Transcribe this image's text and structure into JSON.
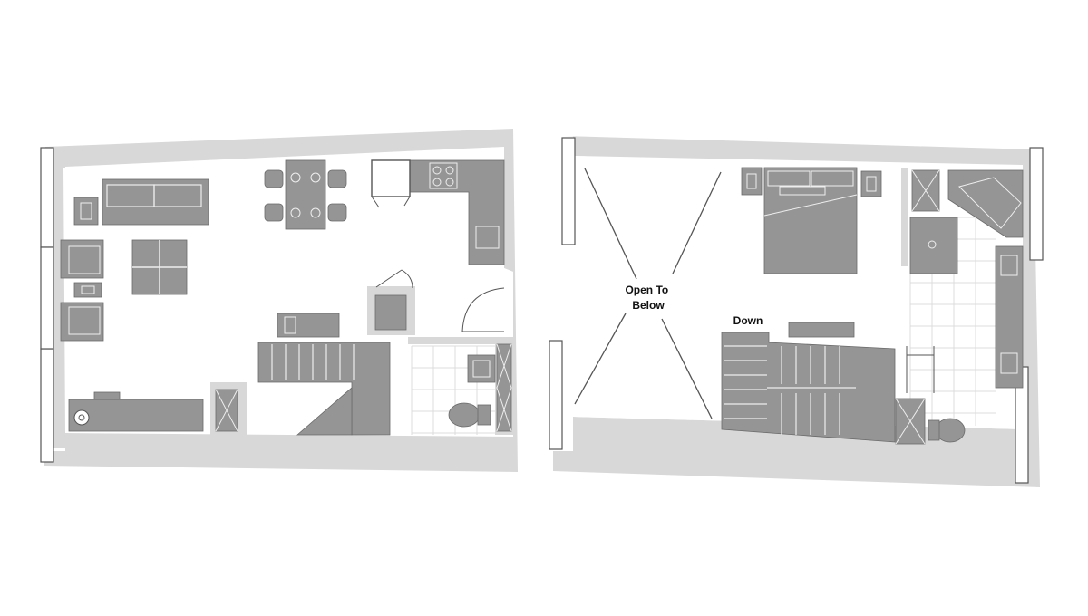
{
  "diagram": {
    "type": "floor-plan",
    "levels": [
      {
        "id": "lower-level",
        "labels": []
      },
      {
        "id": "upper-level",
        "labels": [
          {
            "id": "open-to-below",
            "lines": [
              "Open To",
              "Below"
            ]
          },
          {
            "id": "down",
            "lines": [
              "Down"
            ]
          }
        ]
      }
    ]
  },
  "colors": {
    "background": "#ffffff",
    "wall": "#d8d8d8",
    "furniture": "#959595",
    "furniture_outline": "#6a6a6a",
    "line": "#555555",
    "label": "#111111"
  }
}
